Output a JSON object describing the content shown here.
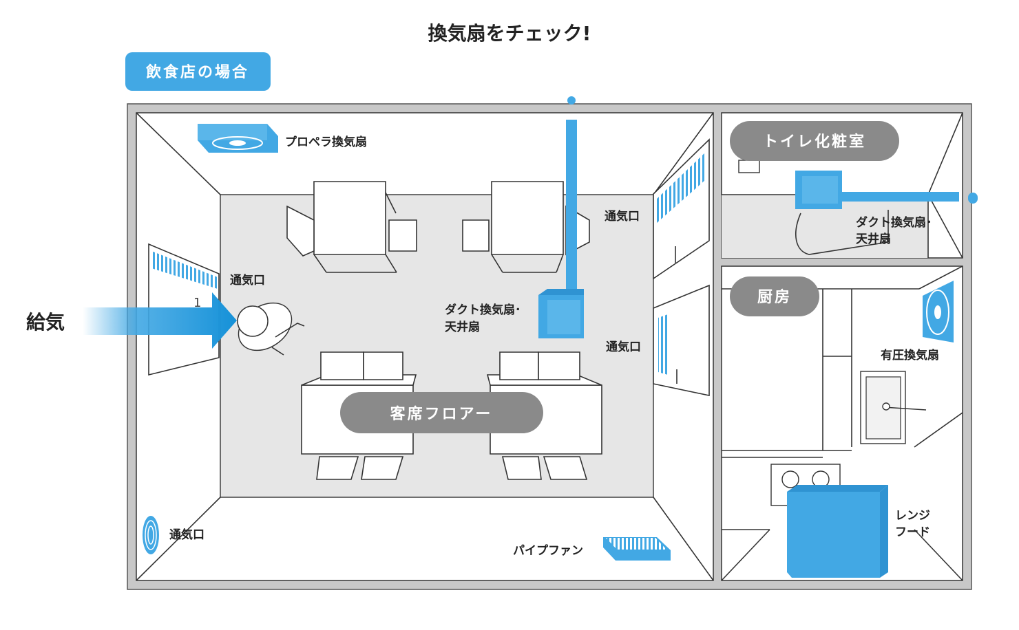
{
  "title": "換気扇をチェック!",
  "badge": "飲食店の場合",
  "rooms": {
    "floor": "客席フロアー",
    "toilet": "トイレ化粧室",
    "kitchen": "厨房"
  },
  "supply_air": "給気",
  "labels": {
    "propeller_fan": "プロペラ換気扇",
    "vent_right_top": "通気口",
    "vent_left": "通気口",
    "duct_fan_floor_1": "ダクト換気扇･",
    "duct_fan_floor_2": "天井扇",
    "vent_right_mid": "通気口",
    "vent_bottom_left": "通気口",
    "pipe_fan": "パイプファン",
    "duct_fan_toilet_1": "ダクト換気扇･",
    "duct_fan_toilet_2": "天井扇",
    "pressure_fan": "有圧換気扇",
    "range_hood_1": "レンジ",
    "range_hood_2": "フード"
  },
  "colors": {
    "accent_blue": "#42a8e4",
    "pill_gray": "#8a8a8a",
    "wall_gray": "#c8c8c8",
    "floor_gray": "#e6e6e6"
  },
  "icons": [
    "propeller-fan-icon",
    "duct-fan-icon",
    "pipe-fan-icon",
    "pressure-fan-icon",
    "range-hood-icon",
    "vent-icon",
    "person-icon",
    "arrow-icon"
  ]
}
